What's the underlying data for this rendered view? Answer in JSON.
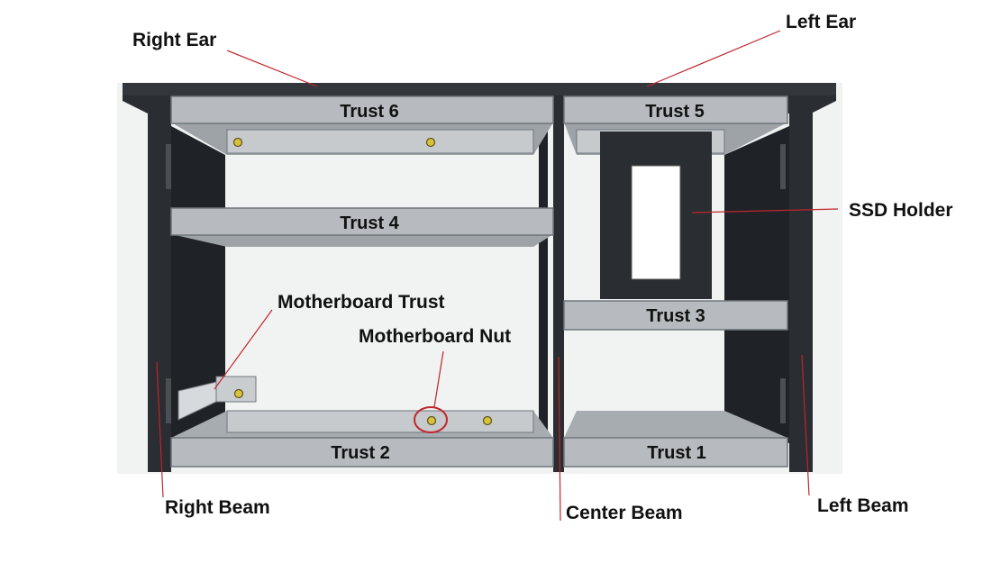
{
  "labels": {
    "right_ear": "Right Ear",
    "left_ear": "Left Ear",
    "ssd_holder": "SSD Holder",
    "motherboard_trust": "Motherboard Trust",
    "motherboard_nut": "Motherboard Nut",
    "right_beam": "Right Beam",
    "center_beam": "Center Beam",
    "left_beam": "Left Beam"
  },
  "trusts": {
    "t1": "Trust 1",
    "t2": "Trust 2",
    "t3": "Trust 3",
    "t4": "Trust 4",
    "t5": "Trust 5",
    "t6": "Trust 6"
  },
  "colors": {
    "frame": "#2a2d31",
    "panel": "#b7bbbf",
    "panel_edge": "#6f767c",
    "leader": "#c0262c",
    "nut": "#d8c23a"
  }
}
